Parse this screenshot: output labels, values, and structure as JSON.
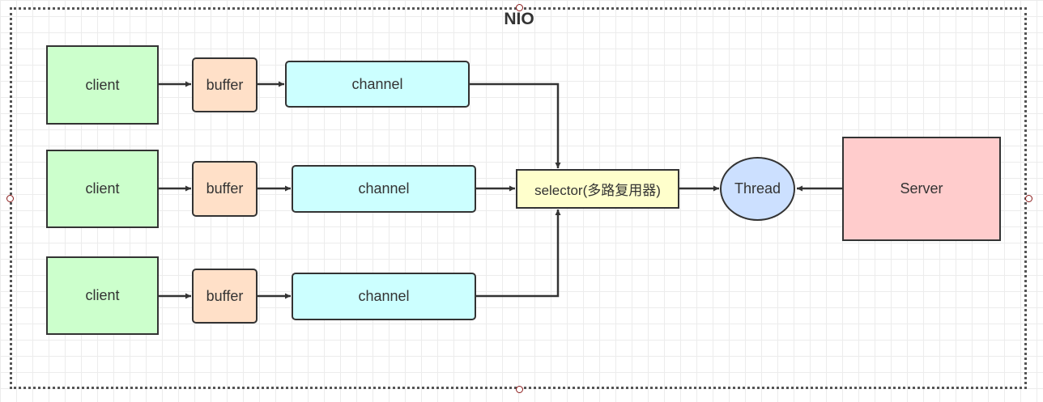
{
  "diagram": {
    "title": "NIO",
    "clients": [
      {
        "label": "client"
      },
      {
        "label": "client"
      },
      {
        "label": "client"
      }
    ],
    "buffers": [
      {
        "label": "buffer"
      },
      {
        "label": "buffer"
      },
      {
        "label": "buffer"
      }
    ],
    "channels": [
      {
        "label": "channel"
      },
      {
        "label": "channel"
      },
      {
        "label": "channel"
      }
    ],
    "selector": {
      "label": "selector(多路复用器)"
    },
    "thread": {
      "label": "Thread"
    },
    "server": {
      "label": "Server"
    },
    "colors": {
      "client": "#ccffcc",
      "buffer": "#ffe0c8",
      "channel": "#ccffff",
      "selector": "#ffffcc",
      "thread": "#cce0ff",
      "server": "#ffcccc",
      "stroke": "#333333"
    }
  }
}
